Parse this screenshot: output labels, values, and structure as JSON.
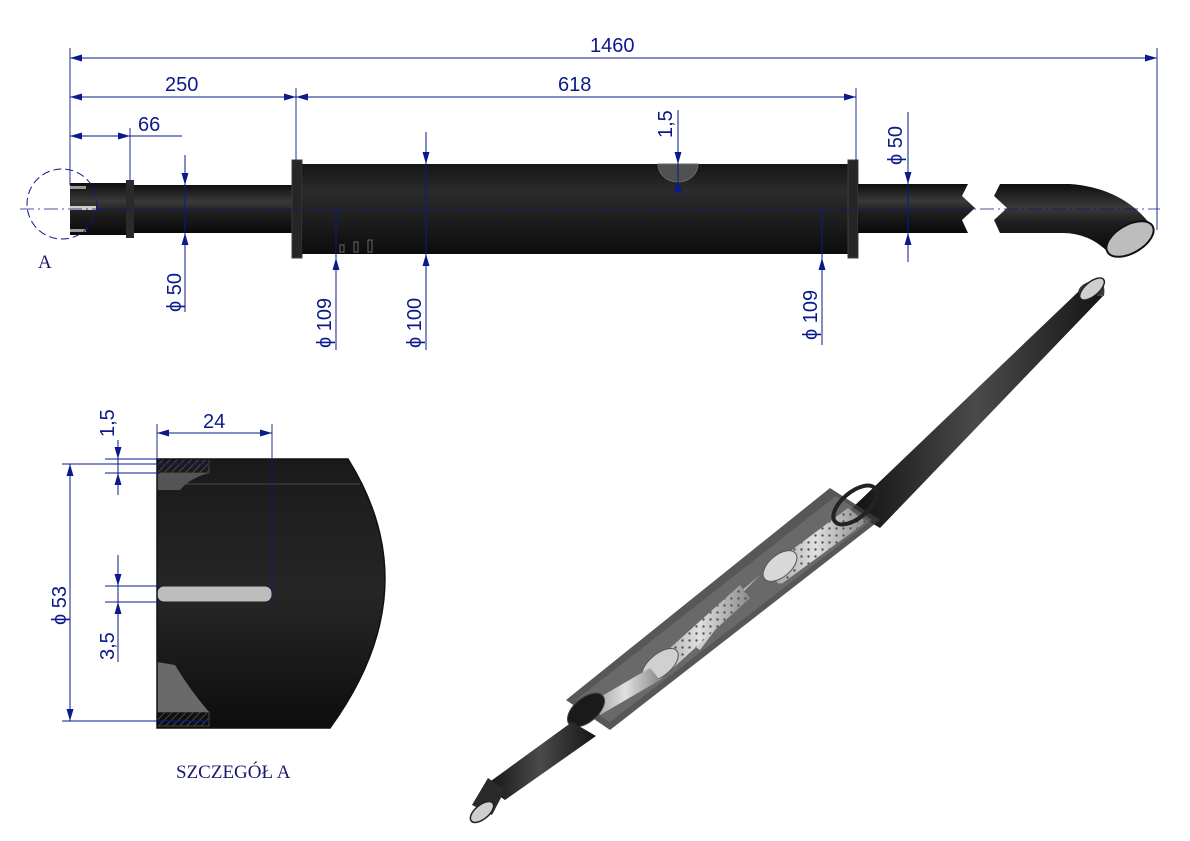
{
  "dimensions": {
    "total_length": "1460",
    "inlet_length": "250",
    "inlet_spigot": "66",
    "body_length": "618",
    "wall": "1,5",
    "outlet_dia": "ϕ 50",
    "inlet_dia": "ϕ 50",
    "flange_left_dia": "ϕ 109",
    "body_dia": "ϕ 100",
    "flange_right_dia": "ϕ 109"
  },
  "detail": {
    "marker": "A",
    "caption": "SZCZEGÓŁ A",
    "wall": "1,5",
    "slot_length": "24",
    "diameter": "ϕ 53",
    "slot_width": "3,5"
  },
  "colors": {
    "dimension": "#0a1a8a",
    "part": "#1c1c1c"
  }
}
